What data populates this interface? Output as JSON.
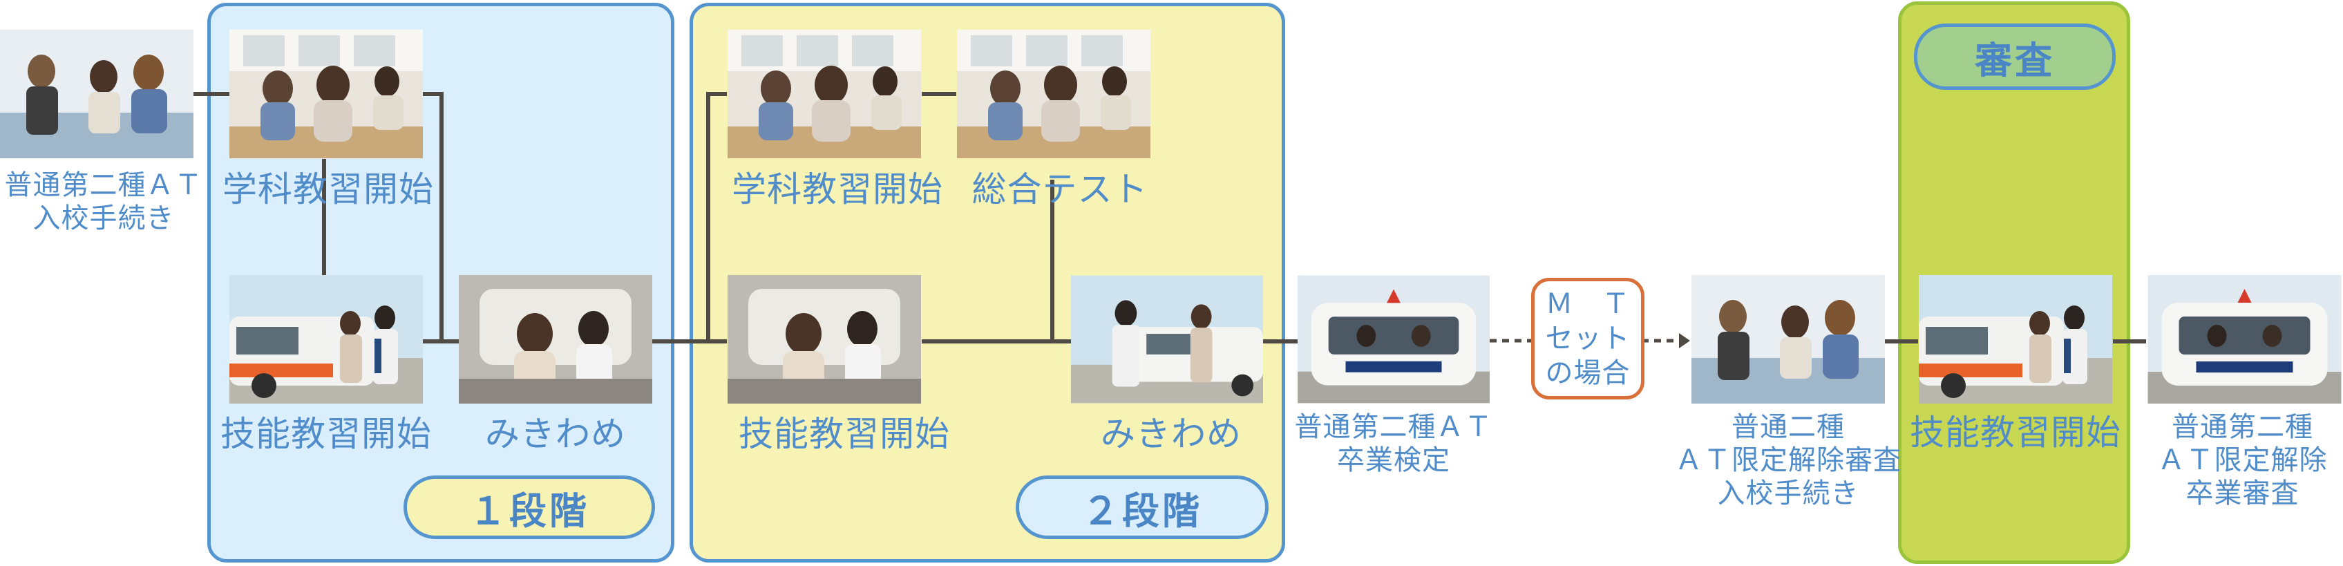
{
  "colors": {
    "stage1_fill": "#dbeefc",
    "stage1_border": "#5595cf",
    "stage2_fill": "#f6f3b4",
    "stage2_border": "#5595cf",
    "review_fill": "#c9d852",
    "review_border": "#9ac43c",
    "review_pill_fill": "#a2cf8e",
    "label_text": "#4f8cc9",
    "connector": "#4f4a44",
    "mt_border": "#d9703a"
  },
  "steps": {
    "enroll": "普通第二種ＡＴ\n入校手続き",
    "s1_academic": "学科教習開始",
    "s1_skill": "技能教習開始",
    "s1_mikiwame": "みきわめ",
    "s2_academic": "学科教習開始",
    "s2_test": "総合テスト",
    "s2_skill": "技能教習開始",
    "s2_mikiwame": "みきわめ",
    "grad_exam": "普通第二種ＡＴ\n卒業検定",
    "mt_box": "Ｍ　Ｔ\nセット\nの場合",
    "mt_enroll": "普通二種\nＡＴ限定解除審査\n入校手続き",
    "review_skill": "技能教習開始",
    "final": "普通第二種\nＡＴ限定解除\n卒業審査"
  },
  "stages": {
    "stage1": "１段階",
    "stage2": "２段階",
    "review": "審査"
  }
}
